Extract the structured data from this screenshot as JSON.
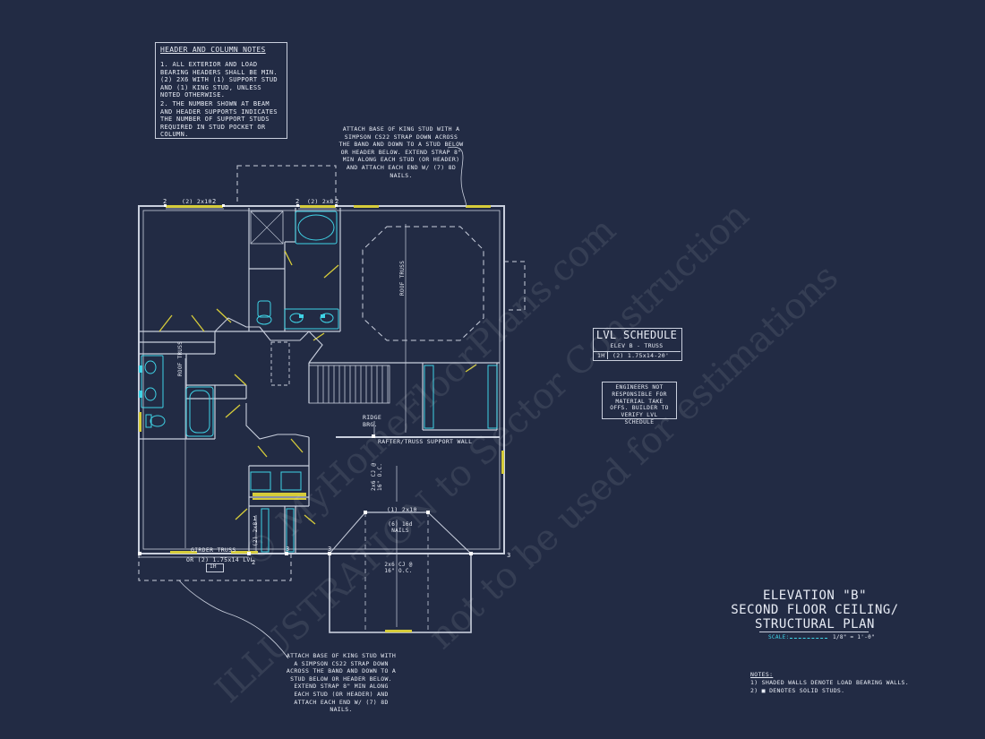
{
  "header_notes": {
    "title": "HEADER AND COLUMN NOTES",
    "note1": "1. ALL EXTERIOR AND LOAD BEARING HEADERS SHALL BE MIN. (2) 2x6 WITH (1) SUPPORT STUD AND (1) KING STUD, UNLESS NOTED OTHERWISE.",
    "note2": "2. THE NUMBER SHOWN AT BEAM AND HEADER SUPPORTS INDICATES THE NUMBER OF SUPPORT STUDS REQUIRED IN STUD POCKET OR COLUMN."
  },
  "callout_top": "ATTACH BASE OF KING STUD WITH A SIMPSON CS22 STRAP DOWN ACROSS THE BAND AND DOWN TO A STUD BELOW OR HEADER BELOW. EXTEND STRAP 8\" MIN ALONG EACH STUD (OR HEADER) AND ATTACH EACH END W/ (7) 8d NAILS.",
  "callout_bottom": "ATTACH BASE OF KING STUD WITH A SIMPSON CS22 STRAP DOWN ACROSS THE BAND AND DOWN TO A STUD BELOW OR HEADER BELOW. EXTEND STRAP 8\" MIN ALONG EACH STUD (OR HEADER) AND ATTACH EACH END W/ (7) 8d NAILS.",
  "lvl_schedule": {
    "title": "LVL SCHEDULE",
    "subtitle": "ELEV B - TRUSS",
    "row_tag": "1H",
    "row_value": "(2) 1.75x14-20'"
  },
  "engineers_note": "ENGINEERS NOT RESPONSIBLE FOR MATERIAL TAKE OFFS. BUILDER TO VERIFY LVL SCHEDULE",
  "plan_labels": {
    "header_top_left": "(2) 2x10",
    "header_top_mid": "(2) 2x8",
    "stud_2": "2",
    "stud_3": "3",
    "stud_1": "1",
    "roof_truss_right": "ROOF TRUSS",
    "roof_truss_left": "ROOF TRUSS",
    "ridge_brg": "RIDGE BRG.",
    "rafter_wall": "RAFTER/TRUSS SUPPORT WALL",
    "cj_upper": "2x6 CJ @ 16\" O.C.",
    "header_mid": "(1) 2x10",
    "nails": "(6) 16d NAILS",
    "cj_lower": "2x6 CJ @ 16\" O.C.",
    "girder_truss": "GIRDER TRUSS",
    "girder_lvl": "OR (2) 1.75x14 LVL",
    "girder_tag": "1H",
    "vertical_header": "(2) 2x8"
  },
  "title_block": {
    "line1": "ELEVATION \"B\"",
    "line2": "SECOND FLOOR CEILING/",
    "line3": "STRUCTURAL PLAN",
    "scale_label": "SCALE:",
    "scale_value": "1/8\" = 1'-0\""
  },
  "notes": {
    "title": "NOTES:",
    "item1": "1) SHADED WALLS DENOTE LOAD BEARING WALLS.",
    "item2": "2) ■ DENOTES SOLID STUDS."
  },
  "watermark": {
    "line1": "© MyHomeFloorPlans.com",
    "line2": "ILLUSTRATION to Sector Construction",
    "line3": "not to be used for estimations"
  },
  "colors": {
    "background": "#222b44",
    "linework": "#c9cfdd",
    "fixtures": "#3fd3e6",
    "load_bearing": "#d6cc3a",
    "watermark": "#ffffff"
  }
}
